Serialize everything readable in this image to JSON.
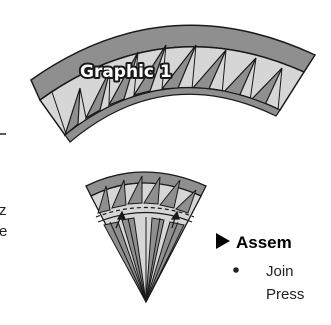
{
  "figure": {
    "label": "Graphic 1",
    "colors": {
      "band": "#8f8f8f",
      "light_piece": "#d6d6d6",
      "dark_piece": "#8f8f8f",
      "outline": "#1a1a1a"
    }
  },
  "assembly": {
    "heading": "Assem",
    "bullet_line1": "Join",
    "bullet_line2": "Press"
  },
  "left_margin": {
    "text_a": "z",
    "text_b": "e"
  }
}
